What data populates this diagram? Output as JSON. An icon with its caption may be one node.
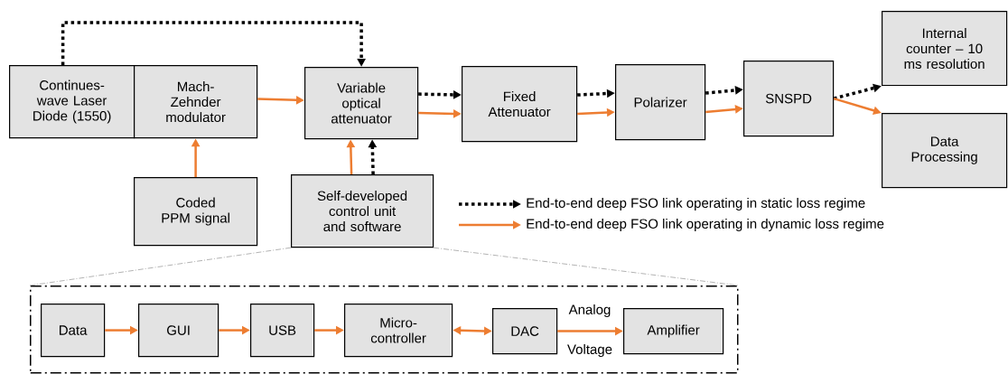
{
  "diagram": {
    "nodes": [
      {
        "text": [
          "Continues-wave Laser Diode (1550)"
        ]
      },
      {
        "text": [
          "Mach-Zehnder modulator"
        ]
      },
      {
        "text": [
          "Variable optical attenuator"
        ]
      },
      {
        "text": [
          "Fixed Attenuator"
        ]
      },
      {
        "text": [
          "Polarizer"
        ]
      },
      {
        "text": [
          "SNSPD"
        ]
      },
      {
        "text": [
          "Internal counter – 10 ms resolution"
        ]
      },
      {
        "text": [
          "Data Processing"
        ]
      },
      {
        "text": [
          "Coded PPM signal"
        ]
      },
      {
        "text": [
          "Self-developed control unit and software"
        ]
      },
      {
        "text": [],
        "shape": "box"
      },
      {
        "text": [
          "Data"
        ],
        "in": 10
      },
      {
        "text": [
          "GUI"
        ],
        "in": 10
      },
      {
        "text": [
          "USB"
        ],
        "in": 10
      },
      {
        "text": [
          "Micro-controller"
        ],
        "in": 10
      },
      {
        "text": [
          "DAC"
        ],
        "in": 10
      },
      {
        "text": [
          "Amplifier"
        ],
        "in": 10
      }
    ],
    "edges": [
      {
        "from": 0,
        "to": 2,
        "arrow": "to",
        "style": "dashed",
        "color": "#000000"
      },
      {
        "from": 1,
        "to": 2,
        "arrow": "to"
      },
      {
        "from": 8,
        "to": 1,
        "arrow": "to"
      },
      {
        "from": 9,
        "to": 2,
        "arrow": "to"
      },
      {
        "from": 9,
        "to": 2,
        "arrow": "to",
        "style": "dashed",
        "color": "#000000"
      },
      {
        "from": 2,
        "to": 3,
        "arrow": "to",
        "style": "dashed",
        "color": "#000000"
      },
      {
        "from": 2,
        "to": 3,
        "arrow": "to"
      },
      {
        "from": 3,
        "to": 4,
        "arrow": "to",
        "style": "dashed",
        "color": "#000000"
      },
      {
        "from": 3,
        "to": 4,
        "arrow": "to"
      },
      {
        "from": 4,
        "to": 5,
        "arrow": "to",
        "style": "dashed",
        "color": "#000000"
      },
      {
        "from": 4,
        "to": 5,
        "arrow": "to"
      },
      {
        "from": 5,
        "to": 6,
        "arrow": "to",
        "style": "dashed",
        "color": "#000000"
      },
      {
        "from": 5,
        "to": 7,
        "arrow": "to"
      },
      {
        "from": 11,
        "to": 12,
        "arrow": "to"
      },
      {
        "from": 12,
        "to": 13,
        "arrow": "to"
      },
      {
        "from": 13,
        "to": 14,
        "arrow": "to"
      },
      {
        "from": 14,
        "to": 15,
        "arrow": "both"
      },
      {
        "from": 15,
        "to": 16,
        "arrow": "to"
      },
      {
        "from": 9,
        "to": 10,
        "arrow": "none",
        "style": "dashed",
        "color": "#808080"
      },
      {
        "from": 9,
        "to": 10,
        "arrow": "none",
        "style": "dashed",
        "color": "#808080"
      }
    ],
    "labels": [
      "Analog",
      "Voltage"
    ],
    "legend": [
      {
        "text": "End-to-end deep FSO link operating in static loss regime"
      },
      {
        "text": "End-to-end deep FSO link operating in dynamic loss regime"
      }
    ]
  }
}
